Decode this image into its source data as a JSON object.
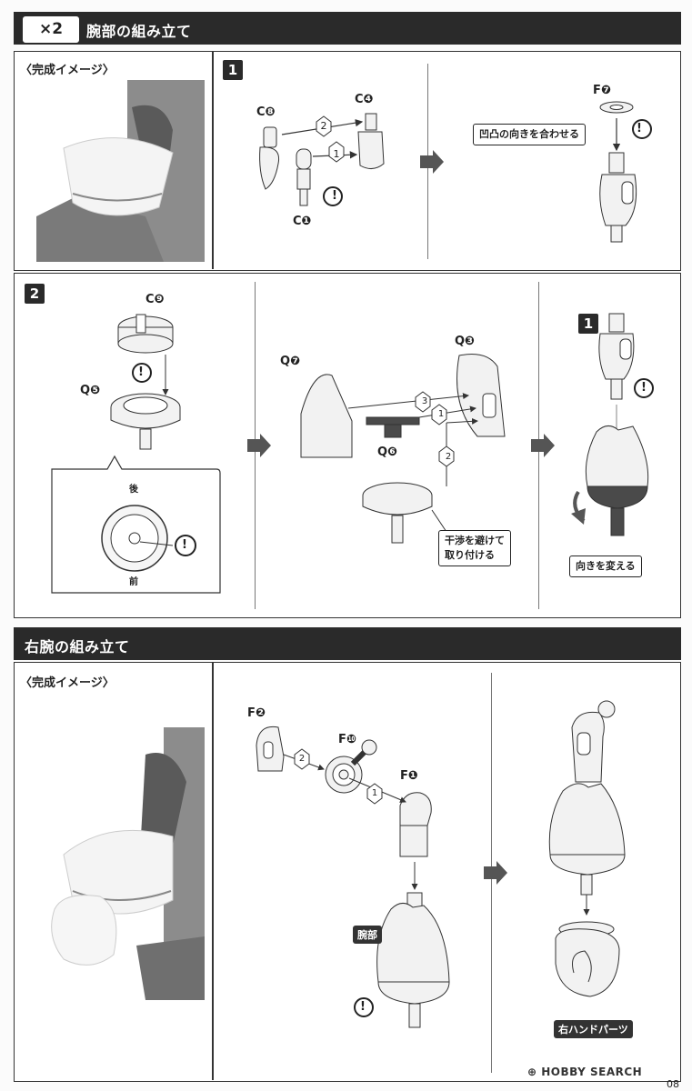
{
  "section1": {
    "multiplier": "×2",
    "title": "腕部の組み立て",
    "preview_label": "〈完成イメージ〉",
    "step1": {
      "number": "1",
      "parts": {
        "c8": "C❽",
        "c4": "C❹",
        "c1": "C❶",
        "f7": "F❼"
      },
      "order": [
        "2",
        "1"
      ],
      "callout": "凹凸の向きを合わせる"
    },
    "step2": {
      "number": "2",
      "parts": {
        "c9": "C❾",
        "q5": "Q❺",
        "q7": "Q❼",
        "q3": "Q❸",
        "q6": "Q❻"
      },
      "detail": {
        "back": "後",
        "front": "前"
      },
      "order": [
        "3",
        "1",
        "2"
      ],
      "callout_avoid": "干渉を避けて\n取り付ける",
      "ref_step": "1",
      "callout_rotate": "向きを変える"
    }
  },
  "section2": {
    "title": "右腕の組み立て",
    "preview_label": "〈完成イメージ〉",
    "parts": {
      "f2": "F❷",
      "f10": "F❿",
      "f1": "F❶"
    },
    "order": [
      "2",
      "1"
    ],
    "arm_label": "腕部",
    "hand_label": "右ハンドパーツ"
  },
  "footer": {
    "watermark": "HOBBY SEARCH",
    "page": "08"
  },
  "colors": {
    "dark": "#2a2a2a",
    "arrow": "#555555",
    "partLight": "#f2f2f2",
    "partDark": "#4a4a4a"
  },
  "icons": [
    "caution-icon",
    "gate-mark-icon",
    "arrow-right-icon",
    "rotate-icon"
  ]
}
